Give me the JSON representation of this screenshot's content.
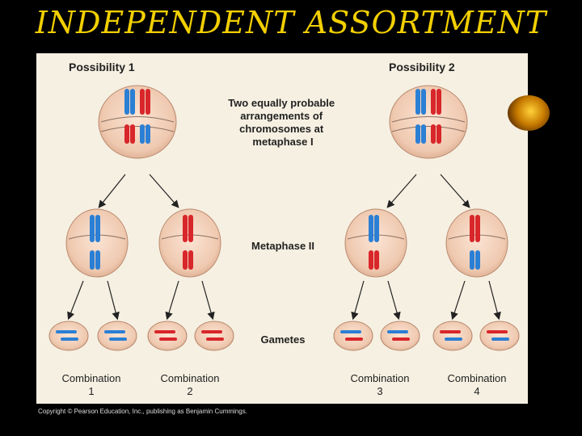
{
  "title": "INDEPENDENT ASSORTMENT",
  "possibility_1": "Possibility 1",
  "possibility_2": "Possibility 2",
  "center_label": [
    "Two equally probable",
    "arrangements of",
    "chromosomes at",
    "metaphase I"
  ],
  "metaphase_2_label": "Metaphase II",
  "gametes_label": "Gametes",
  "combinations": [
    {
      "line1": "Combination",
      "line2": "1"
    },
    {
      "line1": "Combination",
      "line2": "2"
    },
    {
      "line1": "Combination",
      "line2": "3"
    },
    {
      "line1": "Combination",
      "line2": "4"
    }
  ],
  "copyright": "Copyright © Pearson Education, Inc., publishing as Benjamin Cummings.",
  "colors": {
    "title": "#f2cf00",
    "red_chromosome": "#d8262a",
    "blue_chromosome": "#2b7fd4",
    "cell": "#efc9b0"
  }
}
